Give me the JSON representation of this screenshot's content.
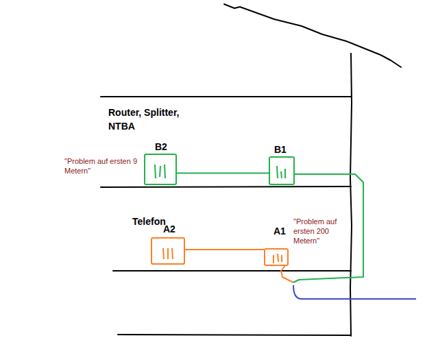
{
  "diagram": {
    "nodes": [
      {
        "text": [
          "B2"
        ]
      },
      {
        "text": [
          "B1"
        ]
      },
      {
        "text": [
          "A2"
        ]
      },
      {
        "text": [
          "A1"
        ]
      }
    ],
    "edges": [
      {
        "from": 0,
        "to": 1,
        "arrow": "none"
      },
      {
        "from": 2,
        "to": 3,
        "arrow": "none"
      },
      {
        "from": 1,
        "to": 3,
        "arrow": "none"
      }
    ],
    "labels": [
      "Router, Splitter, NTBA",
      "\"Problem auf ersten 9 Metern\"",
      "Telefon",
      "\"Problem auf ersten 200 Metern\""
    ]
  }
}
